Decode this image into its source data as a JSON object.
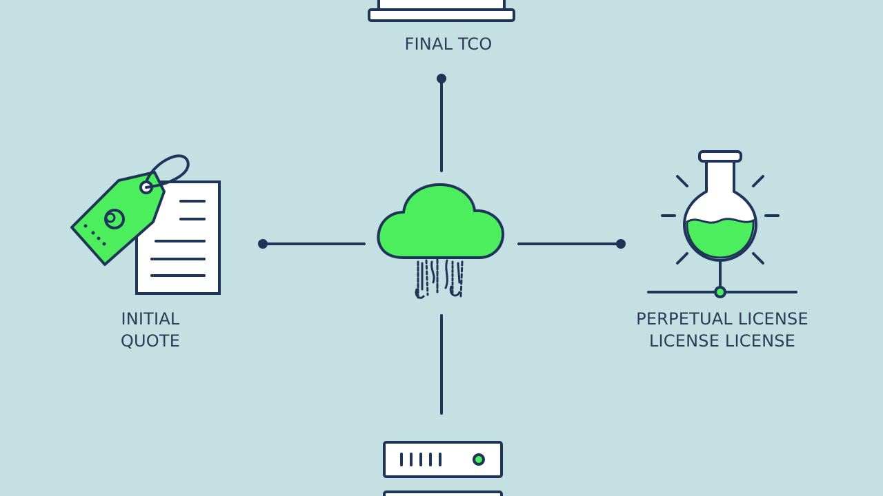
{
  "colors": {
    "background": "#c5e0e3",
    "stroke": "#1f3558",
    "accent_green": "#4cee5e",
    "white": "#ffffff",
    "text": "#2b3b55"
  },
  "nodes": {
    "top": {
      "label": "FINAL TCO",
      "icon": "laptop-icon"
    },
    "left": {
      "label_line1": "INITIAL",
      "label_line2": "QUOTE",
      "icon": "price-tag-document-icon"
    },
    "right": {
      "label_line1": "PERPETUAL LICENSE",
      "label_line2": "LICENSE LICENSE",
      "icon": "flask-icon"
    },
    "bottom": {
      "icon": "server-icon"
    },
    "center": {
      "icon": "cloud-icon"
    }
  }
}
